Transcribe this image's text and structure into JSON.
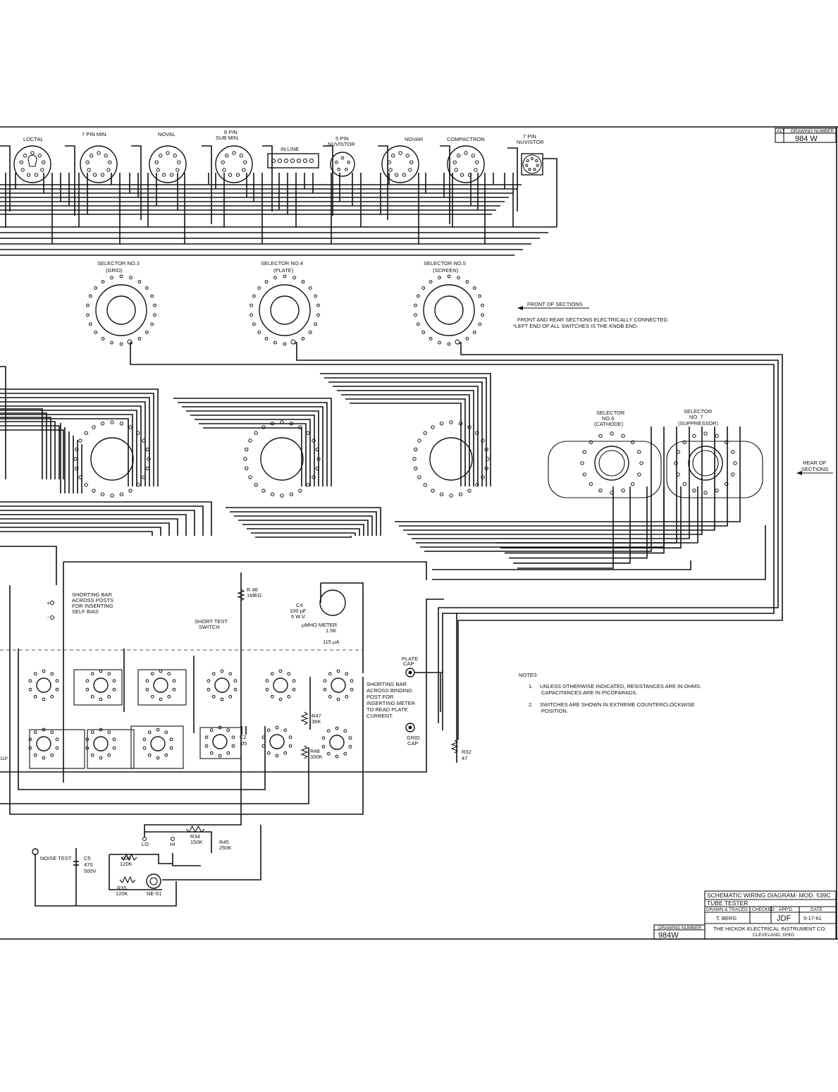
{
  "drawing_number": {
    "alt_label": "ALT",
    "header": "DRAWING NUMBER",
    "value": "984 W"
  },
  "sockets": {
    "loctal": "LOCTAL",
    "seven_pin_min": "7 PIN MIN.",
    "noval": "NOVAL",
    "eight_pin_sub_min_1": "8 PIN",
    "eight_pin_sub_min_2": "SUB MIN.",
    "in_line": "IN LINE",
    "five_pin_nuvistor_1": "5 PIN",
    "five_pin_nuvistor_2": "NUVISTOR",
    "novar": "NOVAR",
    "compactron": "COMPACTRON",
    "seven_pin_nuvistor_1": "7 PIN",
    "seven_pin_nuvistor_2": "NUVISTOR"
  },
  "selectors_front": [
    {
      "name": "SELECTOR NO.3",
      "sub": "(GRID)"
    },
    {
      "name": "SELECTOR NO.4",
      "sub": "(PLATE)"
    },
    {
      "name": "SELECTOR NO.5",
      "sub": "(SCREEN)"
    }
  ],
  "selectors_rear": [
    {
      "name": "SELECTOR",
      "no": "NO.6",
      "sub": "(CATHODE)"
    },
    {
      "name": "SELECTOR",
      "no": "NO. 7",
      "sub": "(SUPPRESSOR)"
    }
  ],
  "front_of_sections": "FRONT OF SECTIONS",
  "front_note_1": "FRONT AND REAR SECTIONS ELECTRICALLY CONNECTED.",
  "front_note_2": "*LEFT END OF ALL SWITCHES IS THE KNOB END.",
  "rear_of_sections_1": "REAR OF",
  "rear_of_sections_2": "SECTIONS",
  "labels": {
    "shorting_bias_1": "SHORTING BAR",
    "shorting_bias_2": "ACROSS POSTS",
    "shorting_bias_3": "FOR INSERTING",
    "shorting_bias_4": "SELF BIAS",
    "short_test_1": "SHORT TEST",
    "short_test_2": "SWITCH",
    "r46_1": "R 46",
    "r46_2": "1MEG",
    "c4_1": "C4",
    "c4_2": "100 µF",
    "c4_3": "6 W.V.",
    "meter_1": "µMHO METER",
    "meter_2": "1.5K",
    "meter_3": "115 µA",
    "plate_cap_1": "PLATE",
    "plate_cap_2": "CAP",
    "grid_cap_1": "GRID",
    "grid_cap_2": "CAP",
    "shorting_meter_1": "SHORTING BAR",
    "shorting_meter_2": "ACROSS BINDING",
    "shorting_meter_3": "POST FOR",
    "shorting_meter_4": "INSERTING METER",
    "shorting_meter_5": "TO READ PLATE",
    "shorting_meter_6": "CURRENT.",
    "r47_1": "R47",
    "r47_2": "36K",
    "r48_1": "R48",
    "r48_2": "330K",
    "c2_1": "C2",
    "c2_2": ".05",
    "r32_1": "R32",
    "r32_2": "47",
    "r34_1": "R34",
    "r34_2": "150K",
    "r45_1": "R45",
    "r45_2": "250K",
    "lo": "LO",
    "hi": "HI",
    "noise_test": "NOISE TEST",
    "c5_1": "C5",
    "c5_2": "470",
    "c5_3": "500V",
    "r36_1": "R36",
    "r36_2": "120K",
    "r35_1": "R35",
    "r35_2": "120K",
    "ne51": "NE-51",
    "plus": "+",
    "minus": "-",
    "left_cut": "11P"
  },
  "notes": {
    "title": "NOTES",
    "n1_num": "1.",
    "n1_a": "UNLESS OTHERWISE INDICATED, RESISTANCES ARE IN OHMS.",
    "n1_b": "CAPACITANCES ARE IN PICOFARADS.",
    "n2_num": "2.",
    "n2_a": "SWITCHES ARE SHOWN IN EXTREME COUNTERCLOCKWISE",
    "n2_b": "POSITION."
  },
  "title_block": {
    "title": "SCHEMATIC WIRING DIAGRAM- MOD. 539C",
    "subtitle": "TUBE TESTER",
    "h_drawn": "DRAWN & TRACED",
    "h_checked": "CHECKED",
    "h_appd": "APP'D",
    "h_date": "DATE",
    "drawn": "T. BERG",
    "checked": "",
    "appd": "JDF",
    "date": "5-17-61",
    "company_1": "THE HICKOK ELECTRICAL INSTRUMENT CO.",
    "company_2": "CLEVELAND, OHIO",
    "dn_header": "DRAWING NUMBER",
    "dn_value": "984W"
  }
}
